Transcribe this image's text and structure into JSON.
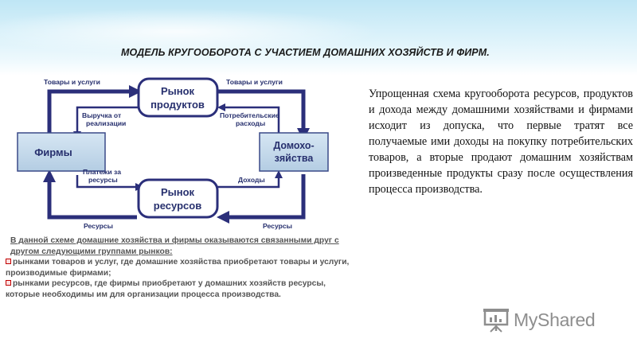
{
  "slide": {
    "title": "МОДЕЛЬ КРУГООБОРОТА С УЧАСТИЕМ ДОМАШНИХ ХОЗЯЙСТВ И ФИРМ."
  },
  "diagram": {
    "nodes": {
      "firms": "Фирмы",
      "households_l1": "Домохо-",
      "households_l2": "зяйства",
      "product_market_l1": "Рынок",
      "product_market_l2": "продуктов",
      "resource_market_l1": "Рынок",
      "resource_market_l2": "ресурсов"
    },
    "flows": {
      "goods_left": "Товары и услуги",
      "goods_right": "Товары и услуги",
      "revenue_l1": "Выручка от",
      "revenue_l2": "реализации",
      "consumer_l1": "Потребительские",
      "consumer_l2": "расходы",
      "payments_l1": "Платежи за",
      "payments_l2": "ресурсы",
      "income": "Доходы",
      "resources_left": "Ресурсы",
      "resources_right": "Ресурсы"
    },
    "colors": {
      "arrow": "#2b2f7a",
      "node_fill": "#c3d8ea",
      "node_border": "#3a4a88",
      "text": "#27306e"
    }
  },
  "right_text": "Упрощенная схема кругооборота ресурсов, продуктов и дохода между домашними хозяйствами и фирмами исходит из допуска, что первые тратят все получаемые ими доходы на покупку потребительских товаров, а вторые продают домашним хозяйствам произведенные продукты сразу после осуществления процесса производства.",
  "bottom_text": {
    "intro": "В данной схеме домашние хозяйства и фирмы оказываются связанными друг с другом следующими группами рынков:",
    "items": [
      "рынками товаров и услуг, где домашние хозяйства приобретают товары и услуги, производимые фирмами;",
      "рынками ресурсов, где фирмы приобретают у домашних хозяйств ресурсы, которые необходимы им для организации процесса производства."
    ]
  },
  "logo": {
    "text": "MyShared",
    "icon": "presentation-board-icon"
  }
}
